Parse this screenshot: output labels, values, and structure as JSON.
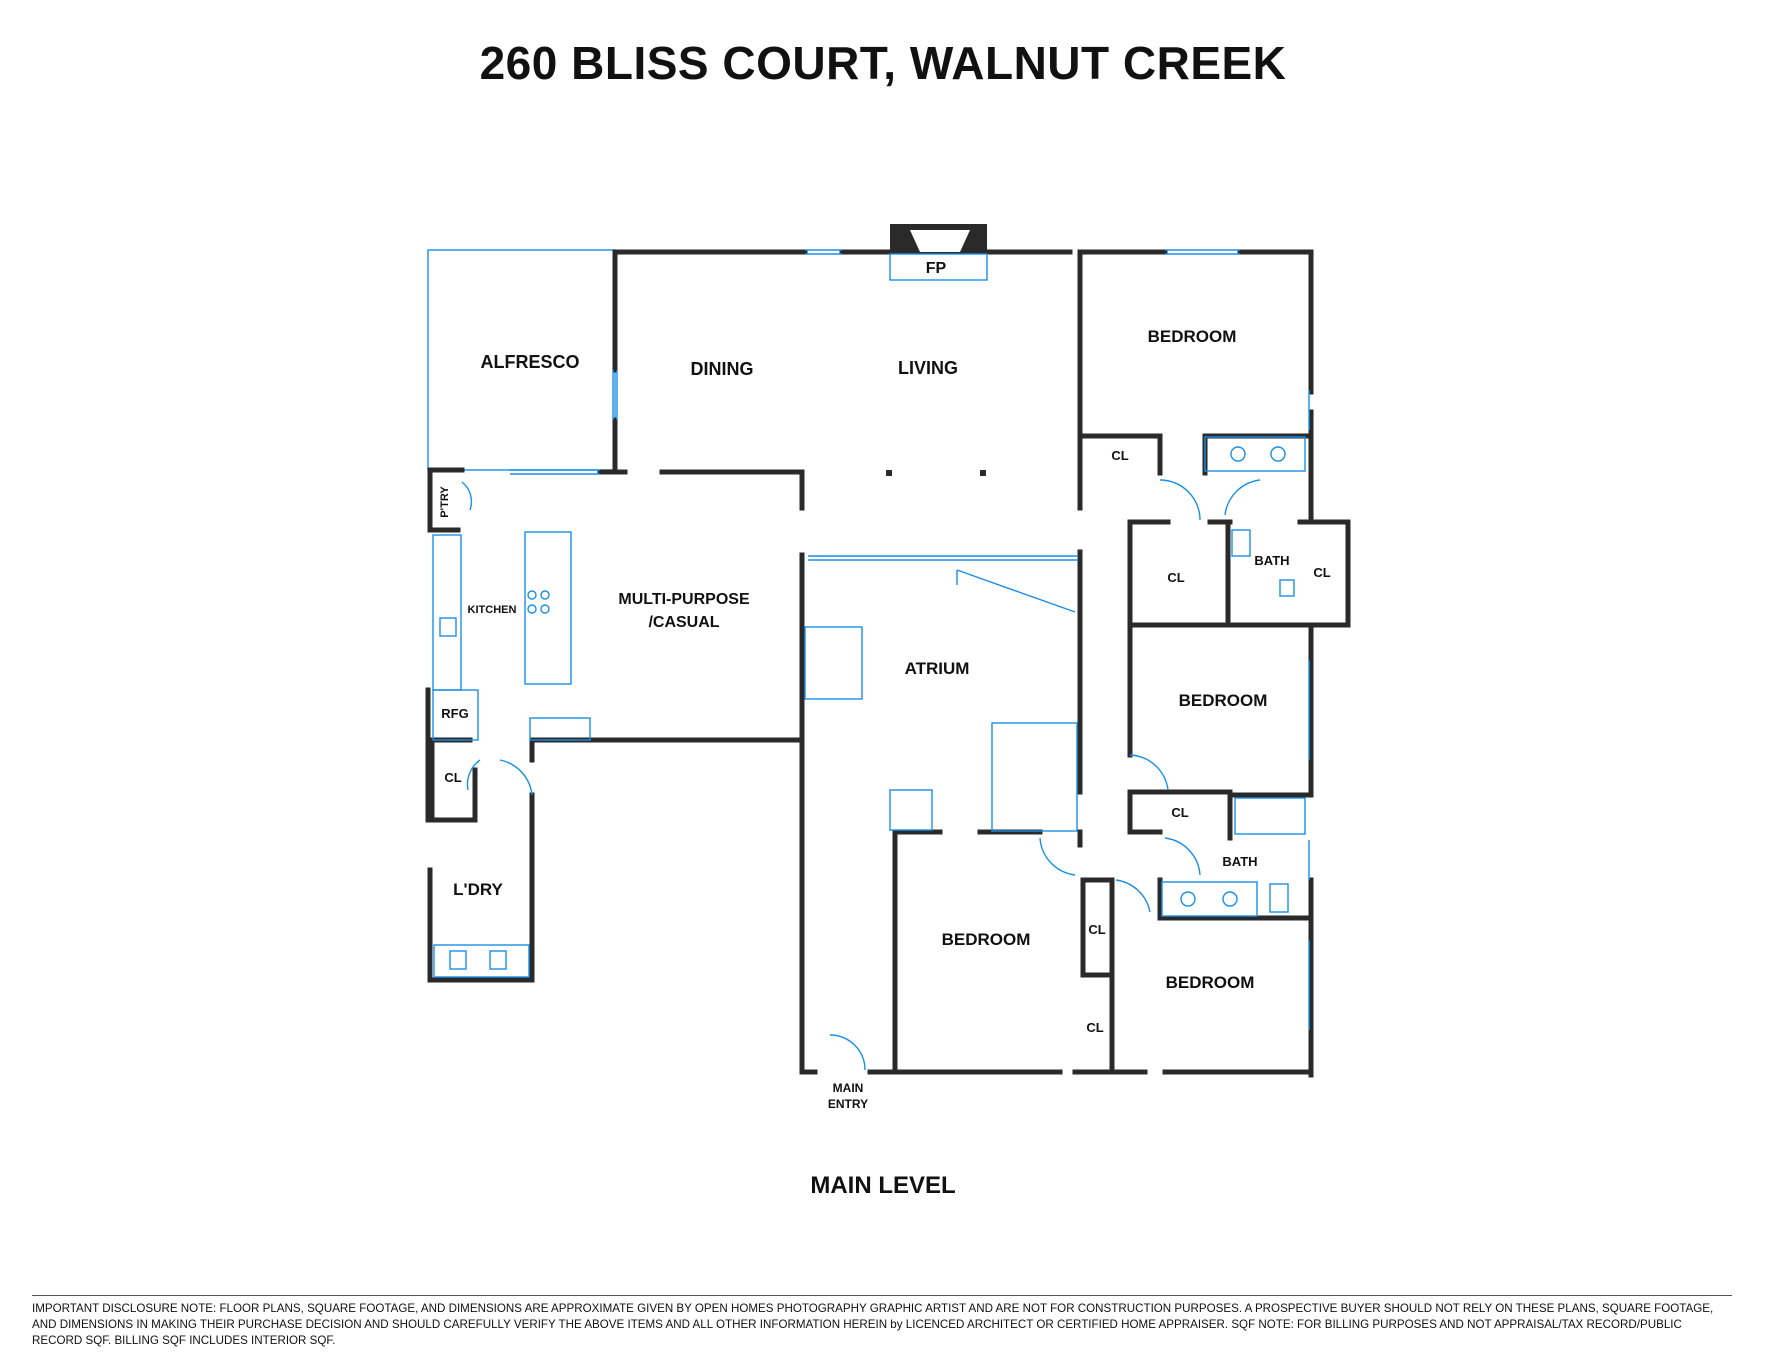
{
  "title": "260 BLISS COURT, WALNUT CREEK",
  "level_label": "MAIN LEVEL",
  "rooms": {
    "alfresco": "ALFRESCO",
    "dining": "DINING",
    "living": "LIVING",
    "fp": "FP",
    "bedroom_ne": "BEDROOM",
    "cl_1": "CL",
    "cl_2": "CL",
    "bath_1": "BATH",
    "cl_3": "CL",
    "pantry": "P'TRY",
    "kitchen": "KITCHEN",
    "multipurpose_1": "MULTI-PURPOSE",
    "multipurpose_2": "/CASUAL",
    "atrium": "ATRIUM",
    "bedroom_e": "BEDROOM",
    "rfg": "RFG",
    "cl_4": "CL",
    "cl_5": "CL",
    "bath_2": "BATH",
    "laundry": "L'DRY",
    "bedroom_s": "BEDROOM",
    "cl_6": "CL",
    "bedroom_se": "BEDROOM",
    "cl_7": "CL",
    "main_entry_1": "MAIN",
    "main_entry_2": "ENTRY"
  },
  "disclosure": "IMPORTANT DISCLOSURE NOTE: FLOOR PLANS, SQUARE FOOTAGE, AND DIMENSIONS ARE APPROXIMATE GIVEN BY OPEN HOMES PHOTOGRAPHY GRAPHIC ARTIST AND ARE NOT FOR CONSTRUCTION  PURPOSES. A PROSPECTIVE BUYER SHOULD NOT RELY ON THESE PLANS, SQUARE FOOTAGE, AND DIMENSIONS IN MAKING THEIR PURCHASE DECISION AND SHOULD CAREFULLY  VERIFY THE ABOVE ITEMS AND ALL OTHER INFORMATION HEREIN by LICENCED ARCHITECT OR CERTIFIED HOME APPRAISER.   SQF NOTE: FOR BILLING PURPOSES AND NOT APPRAISAL/TAX RECORD/PUBLIC RECORD SQF. BILLING SQF INCLUDES INTERIOR SQF.",
  "colors": {
    "wall": "#2a2a2a",
    "fixture": "#1a8fe6",
    "text": "#111111"
  }
}
